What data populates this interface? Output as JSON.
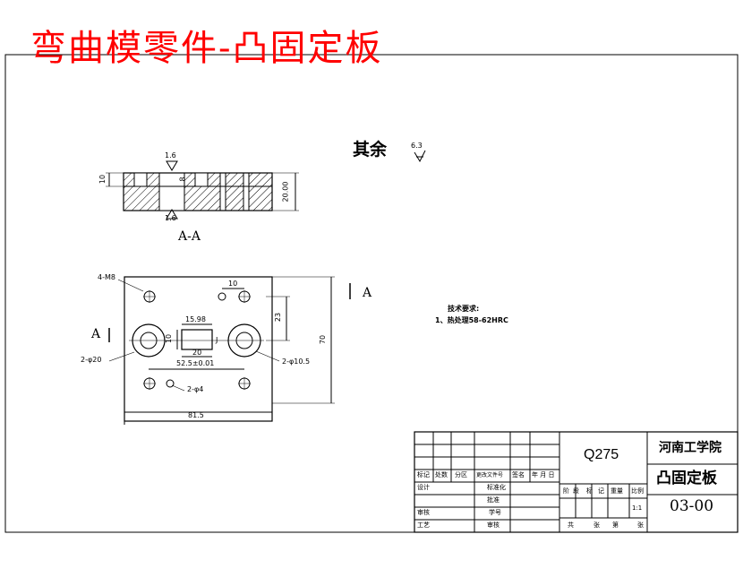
{
  "header": {
    "title": "弯曲模零件-凸固定板"
  },
  "drawing": {
    "surface_note": "其余",
    "surface_value": "6.3",
    "section": {
      "label": "A-A",
      "dim_10": "10",
      "dim_8": "8",
      "dim_20": "20.00",
      "rough_top": "1.6",
      "rough_bottom": "1.6"
    },
    "plan": {
      "dim_4m8": "4-M8",
      "dim_10": "10",
      "dim_23": "23",
      "dim_15": "15.98",
      "dim_20": "20",
      "dim_10v": "10",
      "dim_52": "52.5±0.01",
      "dim_phi20": "2-φ20",
      "dim_phi10": "2-φ10.5",
      "dim_phi4": "2-φ4",
      "dim_70": "70",
      "dim_815": "81.5",
      "a_left": "A",
      "a_right": "A",
      "j_mark": "J"
    },
    "tech": {
      "title": "技术要求:",
      "item1": "1、热处理58-62HRC"
    }
  },
  "title_block": {
    "material": "Q275",
    "school": "河南工学院",
    "part_name": "凸固定板",
    "drawing_no": "03-00",
    "headers": [
      "标记",
      "处数",
      "分区",
      "更改文件号",
      "签名",
      "年 月 日"
    ],
    "row_design": [
      "设计",
      "标准化"
    ],
    "row_check": "审核",
    "row_craft": "工艺",
    "approve": "批准",
    "review": "审核",
    "student_no": "学号",
    "stage": [
      "阶",
      "段",
      "标",
      "记"
    ],
    "weight": "重量",
    "ratio": "比例",
    "ratio_value": "1:1",
    "sheets": [
      "共",
      "张",
      "第",
      "张"
    ]
  }
}
